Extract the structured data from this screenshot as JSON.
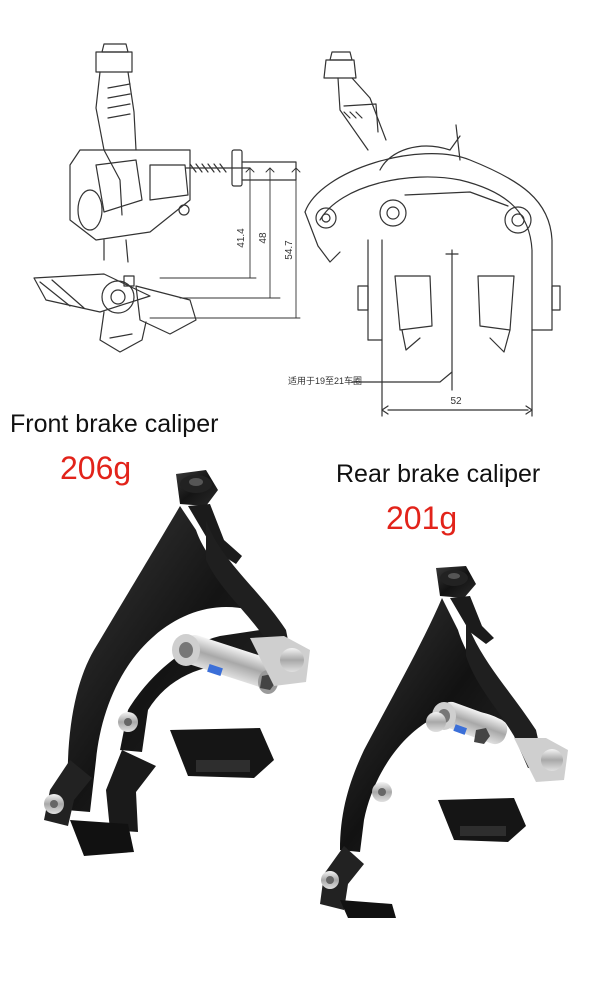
{
  "front": {
    "title": "Front brake caliper",
    "weight": "206g"
  },
  "rear": {
    "title": "Rear brake caliper",
    "weight": "201g"
  },
  "drawing": {
    "dim_41_4": "41.4",
    "dim_48": "48",
    "dim_54_7": "54.7",
    "dim_52": "52",
    "rim_note": "适用于19至21车圈"
  },
  "colors": {
    "weight": "#e2231a",
    "text": "#111111",
    "line": "#333333",
    "caliper": "#1a1a1a"
  }
}
